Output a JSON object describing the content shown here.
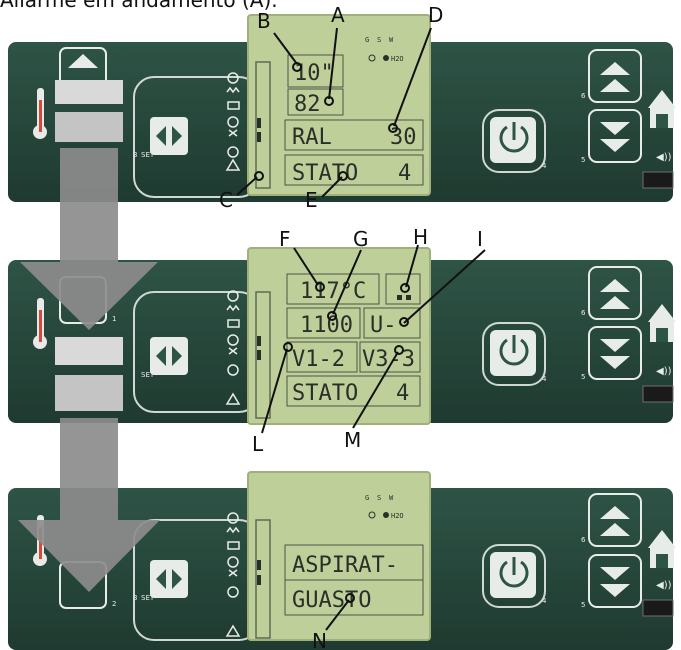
{
  "header_text": "Allarme em andamento (A).",
  "panel1": {
    "lcd_lines": [
      "10\"",
      "82",
      "RAL",
      "30",
      "STATO",
      "4"
    ],
    "indicator_labels": [
      "G",
      "S",
      "W",
      "H2O"
    ],
    "buttons": {
      "set": "SET",
      "power_num": "4",
      "up_num": "6",
      "down_num": "5",
      "set_num": "3"
    }
  },
  "panel2": {
    "lcd_lines": [
      "117°C",
      "1100",
      "U-",
      "V1-2",
      "V3-3",
      "STATO",
      "4"
    ],
    "buttons": {
      "set": "SET",
      "up_num": "1",
      "power_num": "4",
      "up_right_num": "6",
      "down_right_num": "5"
    }
  },
  "panel3": {
    "lcd_lines": [
      "ASPIRAT-",
      "GUASTO"
    ],
    "indicator_labels": [
      "G",
      "S",
      "W",
      "H2O"
    ],
    "buttons": {
      "set": "SET",
      "down_num": "2",
      "power_num": "4",
      "up_num": "6",
      "down_right_num": "5",
      "set_num": "3"
    }
  },
  "callouts": [
    "A",
    "B",
    "C",
    "D",
    "E",
    "F",
    "G",
    "H",
    "I",
    "L",
    "M",
    "N"
  ],
  "colors": {
    "panel": "#27483c",
    "lcd": "#bfcf9a",
    "arrow": "#8c8c8c",
    "arrow_light": "#d9d9d9",
    "button": "#e8ece9"
  }
}
